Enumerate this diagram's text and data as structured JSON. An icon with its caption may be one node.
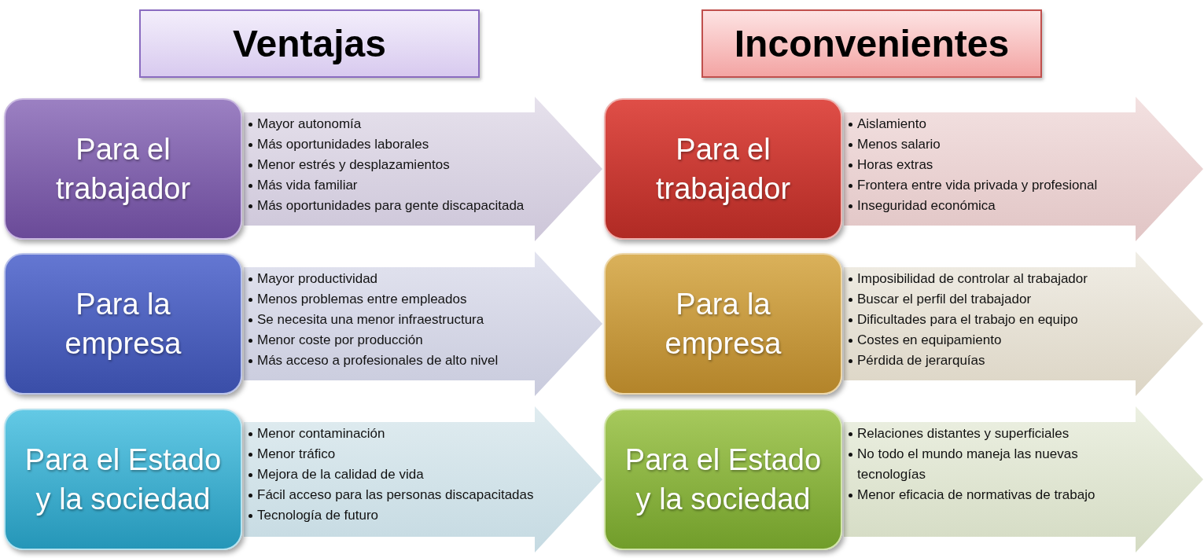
{
  "diagram": {
    "nodes": [
      {
        "text": [
          "Ventajas"
        ]
      },
      {
        "text": [
          "Para el trabajador"
        ]
      },
      {
        "text": [
          "Mayor autonomía",
          "Más oportunidades laborales",
          "Menor estrés y desplazamientos",
          "Más vida familiar",
          "Más oportunidades para gente discapacitada"
        ]
      },
      {
        "text": [
          "Para la empresa"
        ]
      },
      {
        "text": [
          "Mayor productividad",
          "Menos problemas entre empleados",
          "Se necesita una menor infraestructura",
          "Menor coste por producción",
          "Más acceso a profesionales de alto nivel"
        ]
      },
      {
        "text": [
          "Para el Estado y la sociedad"
        ]
      },
      {
        "text": [
          "Menor contaminación",
          "Menor tráfico",
          "Mejora de la calidad de vida",
          "Fácil acceso para las personas discapacitadas",
          "Tecnología de futuro"
        ]
      },
      {
        "text": [
          "Inconvenientes"
        ]
      },
      {
        "text": [
          "Para el trabajador"
        ]
      },
      {
        "text": [
          "Aislamiento",
          "Menos salario",
          "Horas extras",
          "Frontera entre vida privada y profesional",
          "Inseguridad económica"
        ]
      },
      {
        "text": [
          "Para la empresa"
        ]
      },
      {
        "text": [
          "Imposibilidad de controlar al trabajador",
          "Buscar el perfil del trabajador",
          "Dificultades para el trabajo en equipo",
          "Costes en equipamiento",
          "Pérdida de jerarquías"
        ]
      },
      {
        "text": [
          "Para el Estado y la sociedad"
        ]
      },
      {
        "text": [
          "Relaciones distantes y superficiales",
          "No todo el mundo maneja las nuevas tecnologías",
          "Menor eficacia de normativas de trabajo"
        ]
      }
    ]
  }
}
